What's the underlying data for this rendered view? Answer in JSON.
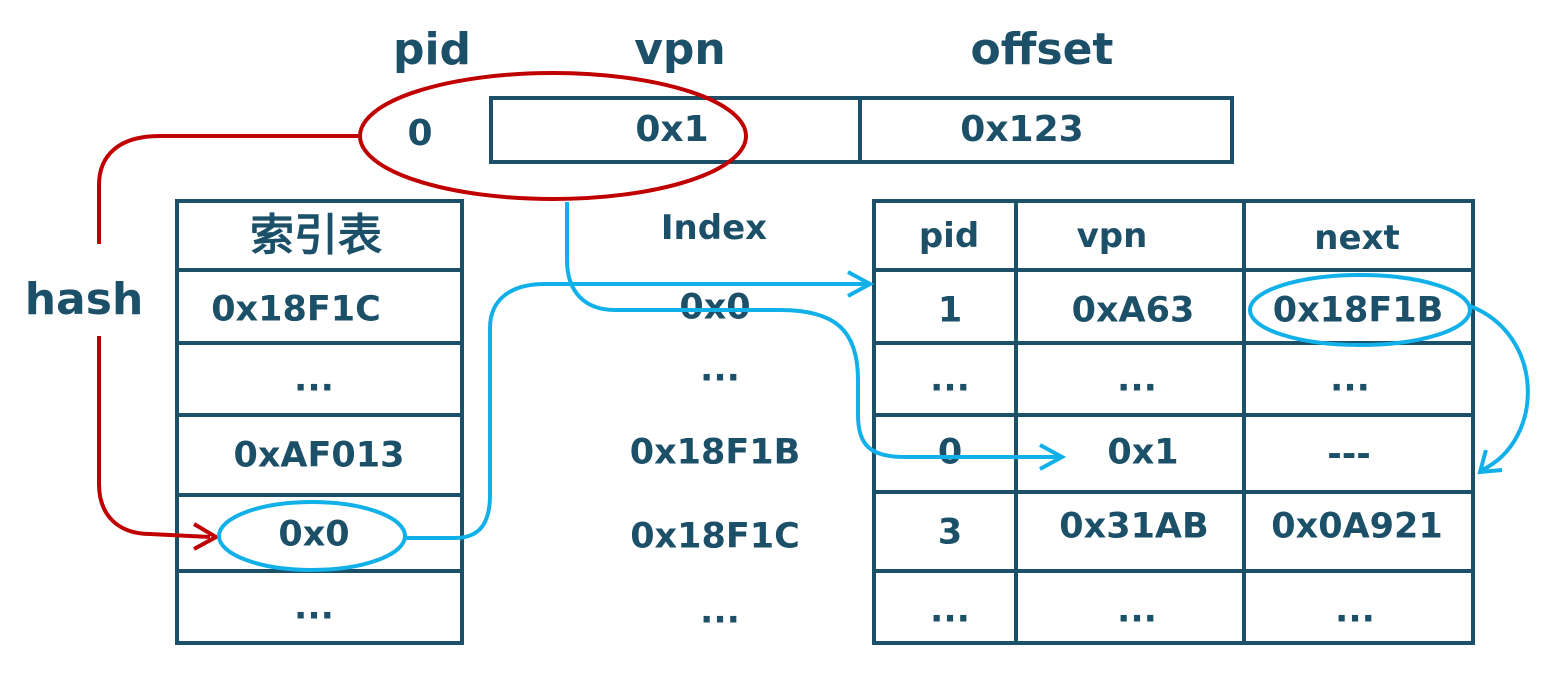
{
  "address": {
    "headers": {
      "pid": "pid",
      "vpn": "vpn",
      "offset": "offset"
    },
    "pid_value": "0",
    "vpn_value": "0x1",
    "offset_value": "0x123"
  },
  "hash_label": "hash",
  "index_table": {
    "title": "索引表",
    "rows": [
      "0x18F1C",
      "...",
      "0xAF013",
      "0x0",
      "..."
    ]
  },
  "index_column": {
    "title": "Index",
    "rows": [
      "0x0",
      "...",
      "0x18F1B",
      "0x18F1C",
      "..."
    ]
  },
  "page_table": {
    "headers": [
      "pid",
      "vpn",
      "next"
    ],
    "rows": [
      [
        "1",
        "0xA63",
        "0x18F1B"
      ],
      [
        "...",
        "...",
        "..."
      ],
      [
        "0",
        "0x1",
        "---"
      ],
      [
        "3",
        "0x31AB",
        "0x0A921"
      ],
      [
        "...",
        "...",
        "..."
      ]
    ]
  },
  "colors": {
    "text": "#1b5068",
    "hash_arrow": "#c00000",
    "link_arrow": "#12b0e8"
  }
}
